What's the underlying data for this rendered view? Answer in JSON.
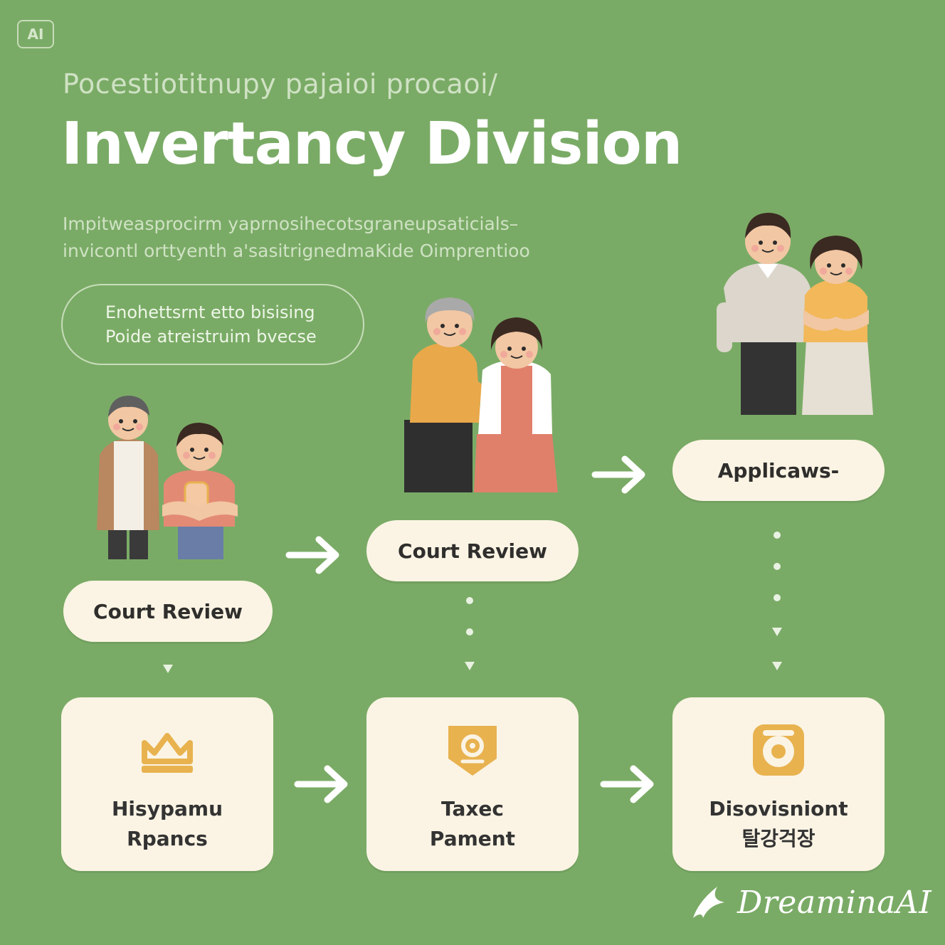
{
  "badge": {
    "text": "AI"
  },
  "header": {
    "kicker": "Pocestiotitnupy pajaioi procaoi/",
    "title": "Invertancy Division",
    "subtitle_lines": [
      "Impitweasprocirm yaprnosihecotsgraneupsaticials–",
      "invicontl orttyenth a'sasitrignedmaKide Oimprentioo"
    ]
  },
  "note_pill": {
    "lines": [
      "Enohettsrnt etto bisising",
      "Poide atreistruim bvecse"
    ]
  },
  "steps": {
    "step1": "Court Review",
    "step2": "Court Review",
    "step3": "Applicaws-"
  },
  "cards": {
    "card1": {
      "icon": "crown-icon",
      "line1": "Hisypamu",
      "line2": "Rpancs"
    },
    "card2": {
      "icon": "badge-shield-icon",
      "line1": "Taxec",
      "line2": "Pament"
    },
    "card3": {
      "icon": "target-icon",
      "line1": "Disovisniont",
      "line2": "탈강걱장"
    }
  },
  "watermark": {
    "text": "DreaminaAI"
  },
  "colors": {
    "background": "#7aab66",
    "card": "#fbf4e4",
    "accent_gold": "#e8b24f",
    "text_dark": "#2f2e2c"
  }
}
